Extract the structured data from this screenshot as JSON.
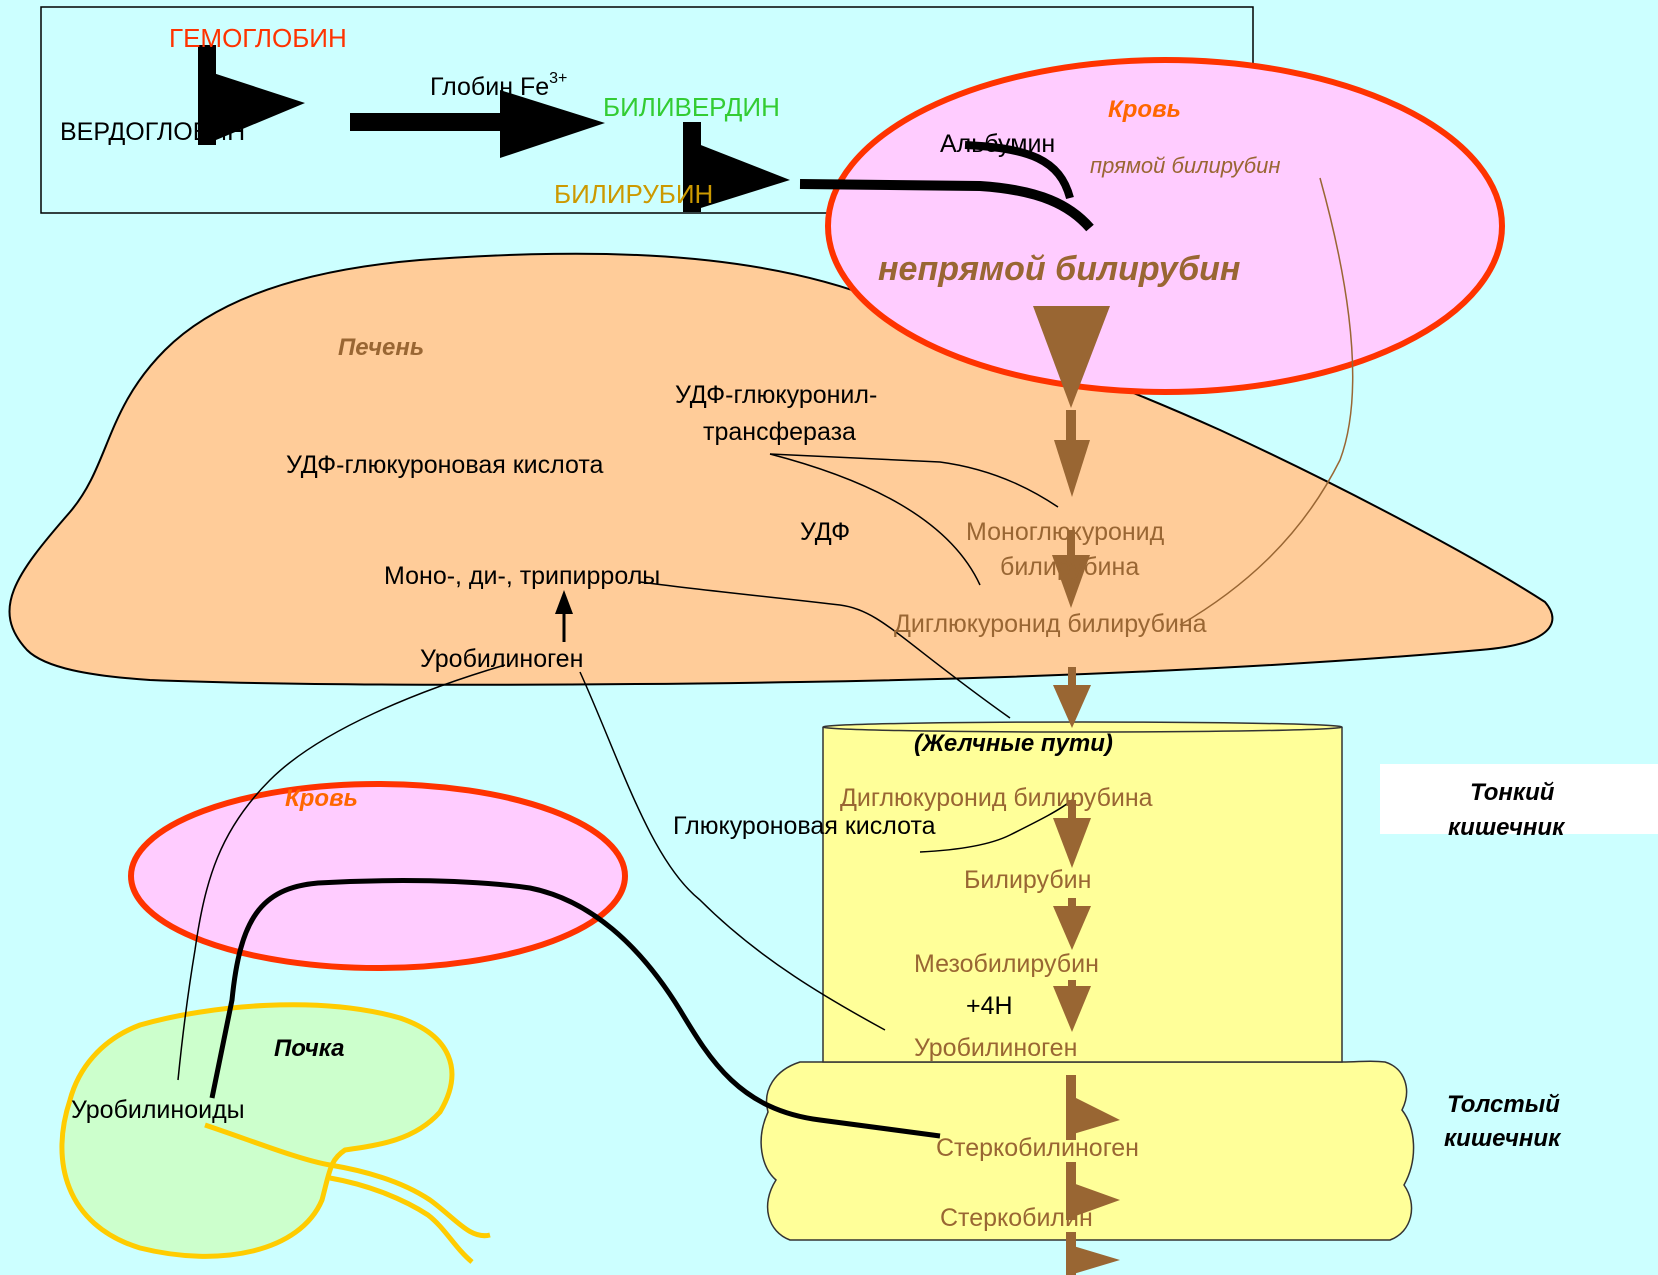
{
  "colors": {
    "background": "#ccffff",
    "liver": "#ffcc99",
    "blood": "#ffccff",
    "blood_border": "#ff3300",
    "kidney": "#ccffcc",
    "kidney_border": "#ffcc00",
    "intestine": "#ffff99",
    "brown_text": "#996633",
    "hemoglobin": "#ff3300",
    "biliverdin": "#33cc33",
    "bilirubin": "#cc9900",
    "blood_label": "#ff6600"
  },
  "top_box": {
    "hemoglobin": "ГЕМОГЛОБИН",
    "verdoglobin": "ВЕРДОГЛОБИН",
    "globin_fe": "Глобин  Fe",
    "fe_superscript": "3+",
    "biliverdin": "БИЛИВЕРДИН",
    "bilirubin": "БИЛИРУБИН"
  },
  "blood_top": {
    "label": "Кровь",
    "albumin": "Альбумин",
    "direct_bilirubin": "прямой билирубин",
    "indirect_bilirubin": "непрямой билирубин"
  },
  "liver": {
    "label": "Печень",
    "enzyme_line1": "УДФ-глюкуронил-",
    "enzyme_line2": "трансфераза",
    "udp_glucuronic_acid": "УДФ-глюкуроновая кислота",
    "udp": "УДФ",
    "monoglucuronide_line1": "Моноглюкуронид",
    "monoglucuronide_line2": "билирубина",
    "pyrroles": "Моно-, ди-, трипирролы",
    "diglucuronide": "Диглюкуронид билирубина",
    "urobilinogen": "Уробилиноген"
  },
  "intestine": {
    "bile_ducts": "(Желчные пути)",
    "diglucuronide": "Диглюкуронид билирубина",
    "glucuronic_acid": "Глюкуроновая кислота",
    "bilirubin": "Билирубин",
    "mesobilirubin": "Мезобилирубин",
    "plus_4h": "+4Н",
    "urobilinogen": "Уробилиноген",
    "stercobilinogen": "Стеркобилиноген",
    "stercobilin": "Стеркобилин",
    "small_intestine_line1": "Тонкий",
    "small_intestine_line2": "кишечник",
    "large_intestine_line1": "Толстый",
    "large_intestine_line2": "кишечник"
  },
  "blood_bottom": {
    "label": "Кровь"
  },
  "kidney": {
    "label": "Почка",
    "urobilinoids": "Уробилиноиды"
  }
}
